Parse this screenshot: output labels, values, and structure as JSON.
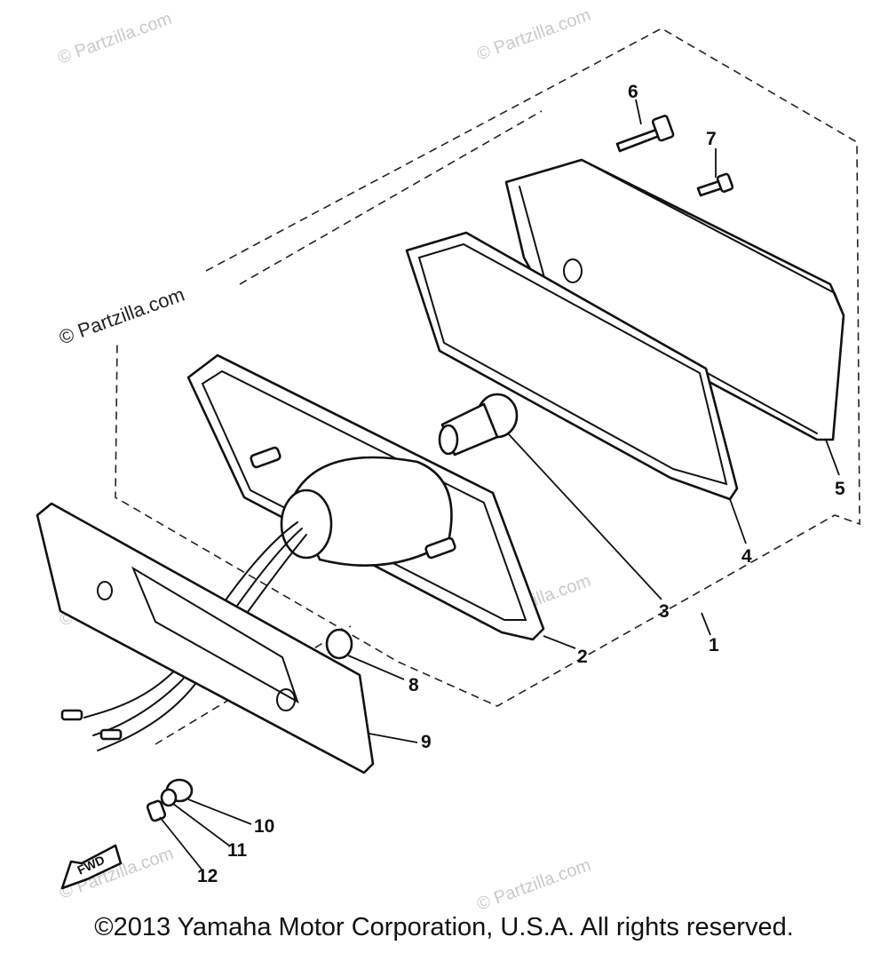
{
  "callouts": [
    "1",
    "2",
    "3",
    "4",
    "5",
    "6",
    "7",
    "8",
    "9",
    "10",
    "11",
    "12"
  ],
  "watermark": "© Partzilla.com",
  "fwd_label": "FWD",
  "copyright": "©2013 Yamaha Motor Corporation, U.S.A. All rights reserved."
}
